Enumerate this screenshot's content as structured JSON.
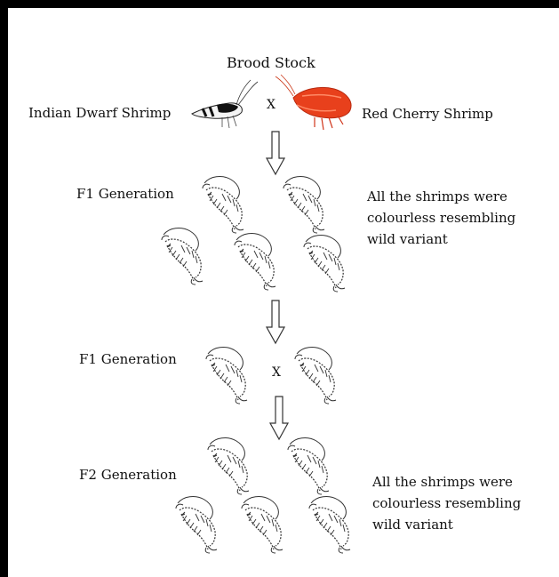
{
  "title": "Brood Stock",
  "parent_left": "Indian Dwarf Shrimp",
  "parent_right": "Red Cherry Shrimp",
  "cross_symbol": "X",
  "f1_label": "F1 Generation",
  "f1_note": [
    "All the shrimps were",
    "colourless resembling",
    "wild variant"
  ],
  "f1_cross_label": "F1 Generation",
  "f2_label": "F2 Generation",
  "f2_note": [
    "All the shrimps were",
    "colourless resembling",
    "wild variant"
  ],
  "colors": {
    "red_cherry": "#e8401c",
    "dwarf_body": "#222222",
    "outline": "#333333"
  }
}
